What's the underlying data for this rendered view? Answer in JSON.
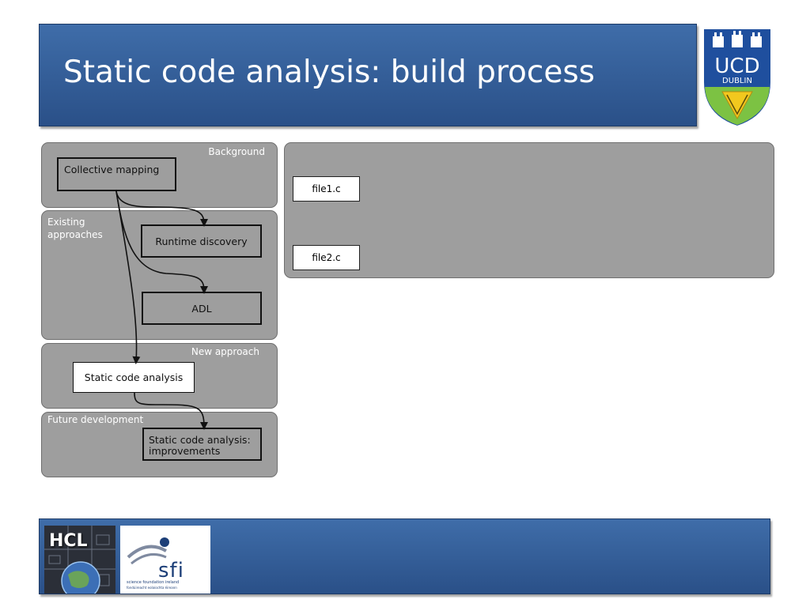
{
  "slide": {
    "title": "Static code analysis: build process"
  },
  "logos": {
    "ucd_line1": "UCD",
    "ucd_line2": "DUBLIN",
    "hcl": "HCL",
    "sfi": "sfi",
    "sfi_sub1": "science foundation ireland",
    "sfi_sub2": "fondúireacht eolaíochta éireann"
  },
  "diagram": {
    "panels": {
      "background": "Background",
      "existing_line1": "Existing",
      "existing_line2": "approaches",
      "new": "New approach",
      "future": "Future development"
    },
    "nodes": {
      "collective_mapping": "Collective mapping",
      "runtime_discovery": "Runtime discovery",
      "adl": "ADL",
      "static_code_analysis": "Static code analysis",
      "improvements_line1": "Static code analysis:",
      "improvements_line2": "improvements"
    },
    "files": [
      "file1.c",
      "file2.c"
    ]
  },
  "colors": {
    "title_bar": "#2f5a94",
    "panel": "#9e9e9e",
    "panel_label": "#ffffff"
  }
}
